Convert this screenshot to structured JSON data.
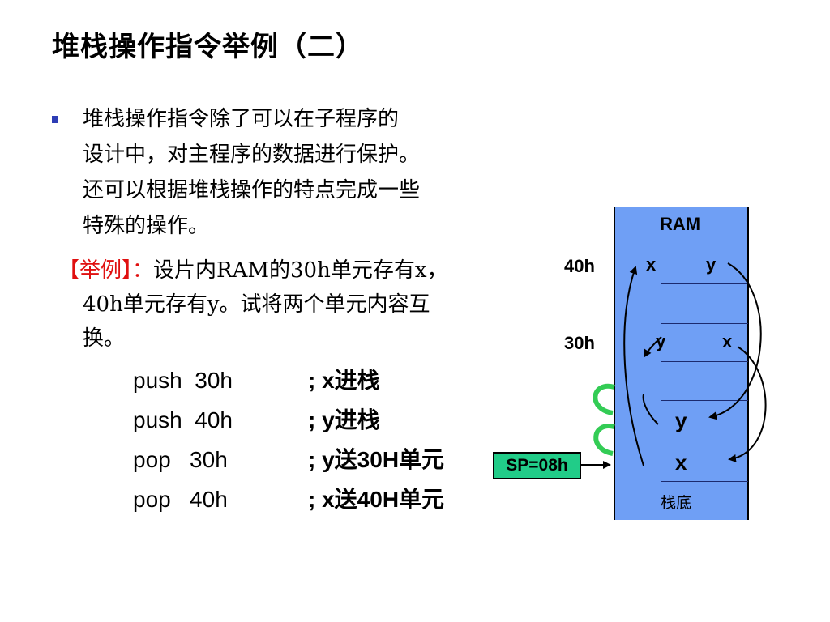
{
  "title": "堆栈操作指令举例（二）",
  "paragraph": {
    "lines": [
      "堆栈操作指令除了可以在子程序的",
      "设计中，对主程序的数据进行保护。",
      "还可以根据堆栈操作的特点完成一些",
      "特殊的操作。"
    ]
  },
  "example": {
    "tag": "【举例】：",
    "line1_rest": "设片内RAM的30h单元存有x，",
    "line2": "40h单元存有y。试将两个单元内容互",
    "line3": "换。"
  },
  "code": [
    {
      "instr": "push  30h",
      "comment": "; x进栈"
    },
    {
      "instr": "push  40h",
      "comment": "; y进栈"
    },
    {
      "instr": "pop   30h",
      "comment": "; y送30H单元"
    },
    {
      "instr": "pop   40h",
      "comment": "; x送40H单元"
    }
  ],
  "diagram": {
    "ram_header": "RAM",
    "addr_40h": "40h",
    "addr_30h": "30h",
    "cell_40h_before": "x",
    "cell_40h_after": "y",
    "cell_30h_before": "y",
    "cell_30h_after": "x",
    "stack_top": "y",
    "stack_next": "x",
    "stack_bottom": "栈底",
    "sp_label": "SP=08h",
    "ram_color": "#6f9ff5",
    "sp_color": "#21cc88",
    "curl_color": "#33cc55"
  }
}
